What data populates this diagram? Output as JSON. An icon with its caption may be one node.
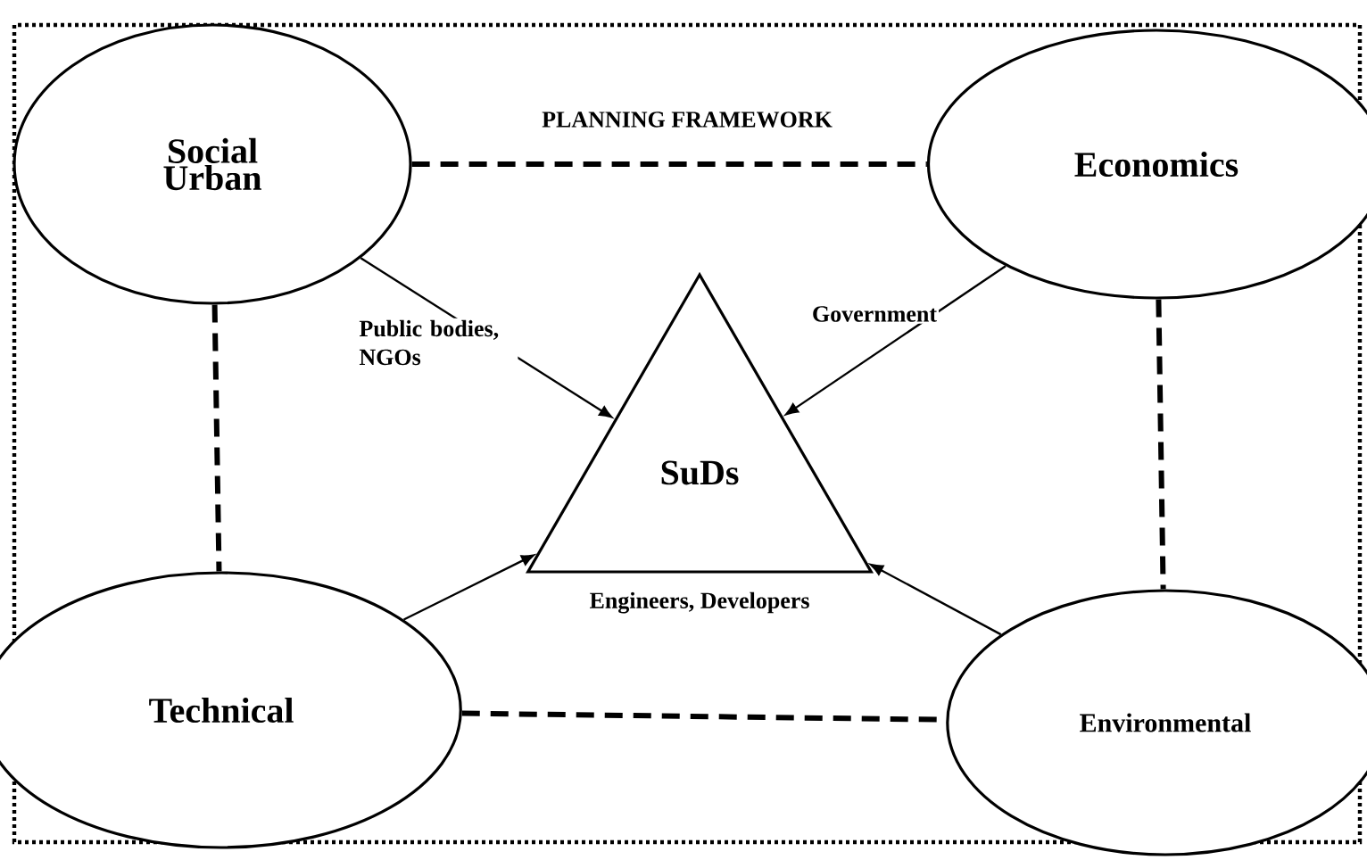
{
  "diagram": {
    "nodes": [
      {
        "text": [
          "Social Urban"
        ]
      },
      {
        "text": [
          "Economics"
        ]
      },
      {
        "text": [
          "SuDs"
        ],
        "beside": [
          "Engineers, Developers"
        ]
      },
      {
        "text": [
          "Technical"
        ]
      },
      {
        "text": [
          "Environmental"
        ]
      }
    ],
    "edges": [
      {
        "from": 0,
        "to": 1,
        "arrow": "none",
        "style": "dashed",
        "label": "PLANNING FRAMEWORK"
      },
      {
        "from": 0,
        "to": 3,
        "arrow": "none",
        "style": "dashed"
      },
      {
        "from": 1,
        "to": 4,
        "arrow": "none",
        "style": "dashed"
      },
      {
        "from": 3,
        "to": 4,
        "arrow": "none",
        "style": "dashed"
      },
      {
        "from": 0,
        "to": 2,
        "arrow": "to",
        "label": "Public bodies, NGOs"
      },
      {
        "from": 1,
        "to": 2,
        "arrow": "to",
        "label": "Government"
      },
      {
        "from": 3,
        "to": 2,
        "arrow": "to"
      },
      {
        "from": 4,
        "to": 2,
        "arrow": "to"
      }
    ]
  }
}
